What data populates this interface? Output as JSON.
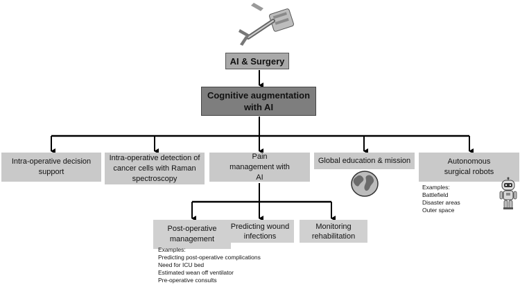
{
  "root": {
    "label": "AI & Surgery"
  },
  "cognitive": {
    "label": "Cognitive augmentation with AI"
  },
  "level2": [
    {
      "label": "Intra-operative decision support"
    },
    {
      "label": "Intra-operative detection of cancer cells with Raman spectroscopy"
    },
    {
      "label": "Pain management with AI"
    },
    {
      "label": "Global education & mission"
    },
    {
      "label": "Autonomous surgical robots"
    }
  ],
  "robots_examples": {
    "heading": "Examples:",
    "items": [
      "Battlefield",
      "Disaster areas",
      "Outer space"
    ]
  },
  "level3": [
    {
      "label": "Post-operative management"
    },
    {
      "label": "Predicting wound infections"
    },
    {
      "label": "Monitoring rehabilitation"
    }
  ],
  "postop_examples": {
    "heading": "Examples:",
    "items": [
      "Predicting post-operative complications",
      "Need for ICU bed",
      "Estimated wean off ventilator",
      "Pre-operative consults"
    ]
  },
  "icons": [
    "surgical-tool-icon",
    "globe-icon",
    "robot-icon"
  ]
}
